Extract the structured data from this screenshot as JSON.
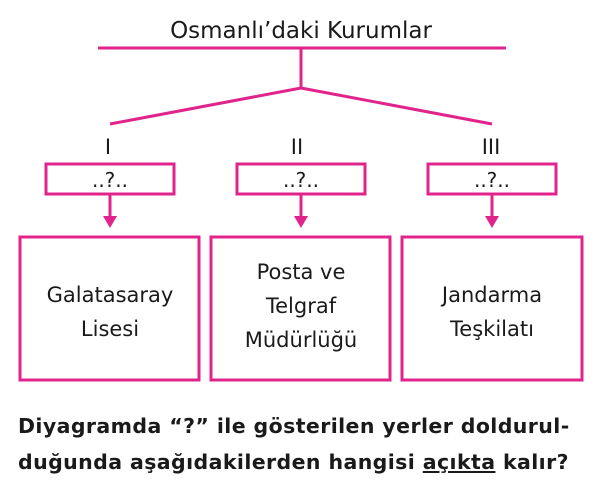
{
  "diagram": {
    "title": "Osmanlı’daki Kurumlar",
    "accent_color": "#e0248c",
    "branches": [
      {
        "numeral": "I",
        "placeholder": "..?..",
        "lines": [
          "Galatasaray",
          "Lisesi"
        ]
      },
      {
        "numeral": "II",
        "placeholder": "..?..",
        "lines": [
          "Posta ve",
          "Telgraf",
          "Müdürlüğü"
        ]
      },
      {
        "numeral": "III",
        "placeholder": "..?..",
        "lines": [
          "Jandarma",
          "Teşkilatı"
        ]
      }
    ]
  },
  "question": {
    "line1": "Diyagramda “?” ile gösterilen yerler doldurul-",
    "line2_before": "duğunda aşağıdakilerden hangisi ",
    "line2_underlined": "açıkta",
    "line2_after": " kalır?"
  }
}
